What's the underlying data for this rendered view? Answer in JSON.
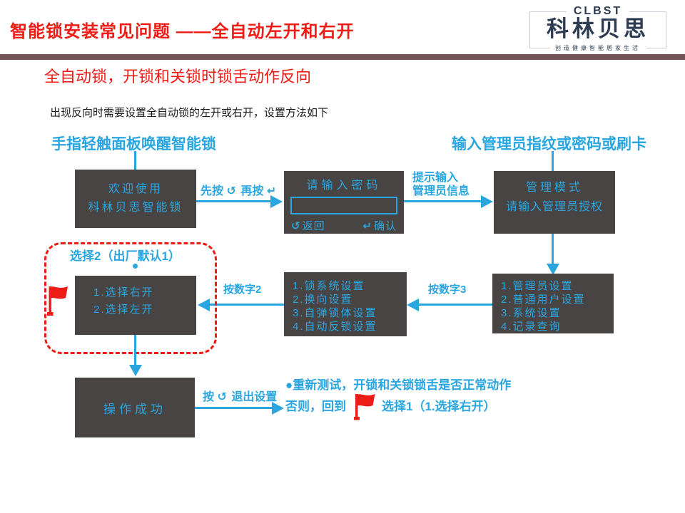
{
  "header": {
    "title": "智能锁安装常见问题 ——全自动左开和右开",
    "logo": {
      "abbr": "CLBST",
      "name": "科林贝思",
      "tagline": "创造健康智能居家生活"
    }
  },
  "intro": {
    "subtitle": "全自动锁，开锁和关锁时锁舌动作反向",
    "description": "出现反向时需要设置全自动锁的左开或右开，设置方法如下"
  },
  "flow": {
    "left_hint": "手指轻触面板唤醒智能锁",
    "right_hint": "输入管理员指纹或密码或刷卡",
    "welcome_screen": {
      "line1": "欢迎使用",
      "line2": "科林贝思智能锁"
    },
    "password_screen": {
      "title": "请输入密码",
      "back_icon": "↺",
      "back_label": "返回",
      "confirm_icon": "↵",
      "confirm_label": "确认",
      "input_value": ""
    },
    "admin_screen": {
      "line1": "管理模式",
      "line2": "请输入管理员授权"
    },
    "main_menu": {
      "items": [
        "1.管理员设置",
        "2.普通用户设置",
        "3.系统设置",
        "4.记录查询"
      ]
    },
    "system_menu": {
      "items": [
        "1.锁系统设置",
        "2.换向设置",
        "3.自弹锁体设置",
        "4.自动反锁设置"
      ]
    },
    "direction_menu": {
      "callout": "选择2（出厂默认1）",
      "items": [
        "1.选择右开",
        "2.选择左开"
      ]
    },
    "success_screen": {
      "label": "操作成功"
    },
    "arrows": {
      "wake_pre": "先按",
      "wake_icon1": "↺",
      "wake_mid": "再按",
      "wake_icon2": "↵",
      "prompt_line1": "提示输入",
      "prompt_line2": "管理员信息",
      "press3": "按数字3",
      "press2": "按数字2",
      "exit_pre": "按",
      "exit_icon": "↺",
      "exit_post": "退出设置"
    }
  },
  "footer_note": {
    "line1": "●重新测试，开锁和关锁锁舌是否正常动作",
    "line2_pre": "否则，回到",
    "line2_post": "选择1（1.选择右开）"
  },
  "colors": {
    "accent_cyan": "#29a6e0",
    "red": "#ed1c16",
    "screen_background": "#494444",
    "divider_maroon": "#735456",
    "logo_navy": "#2d3c52"
  }
}
